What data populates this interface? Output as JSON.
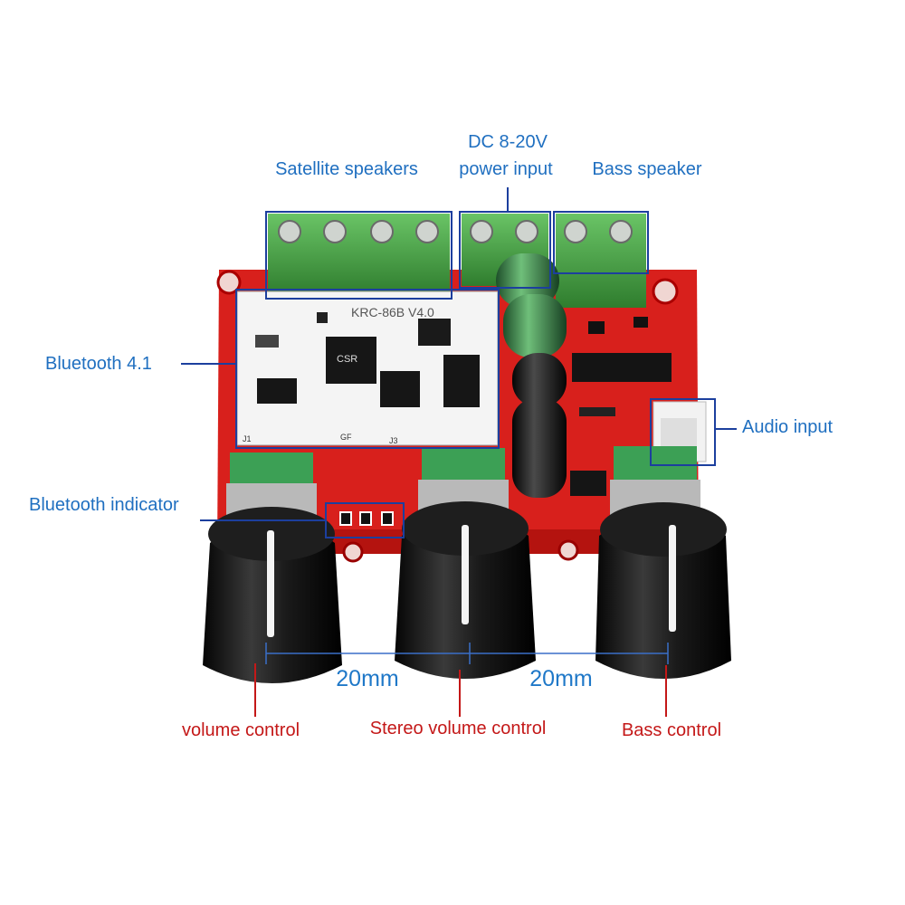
{
  "labels": {
    "satellite_speakers": "Satellite speakers",
    "dc_power_line1": "DC 8-20V",
    "dc_power_line2": "power input",
    "bass_speaker": "Bass speaker",
    "bluetooth_41": "Bluetooth 4.1",
    "audio_input": "Audio input",
    "bluetooth_indicator": "Bluetooth indicator",
    "volume_control": "volume control",
    "stereo_volume_control": "Stereo volume control",
    "bass_control": "Bass control",
    "spacing_left": "20mm",
    "spacing_right": "20mm"
  },
  "module": {
    "silkscreen": "KRC-86B V4.0",
    "chip": "CSR",
    "pin_labels": [
      "J1",
      "GF",
      "J3"
    ]
  },
  "colors": {
    "pcb": "#d8201c",
    "label_blue": "#1f6fc0",
    "label_red": "#c41818",
    "terminal": "#4ea04a",
    "module": "#f4f4f4",
    "knob": "#161616"
  }
}
